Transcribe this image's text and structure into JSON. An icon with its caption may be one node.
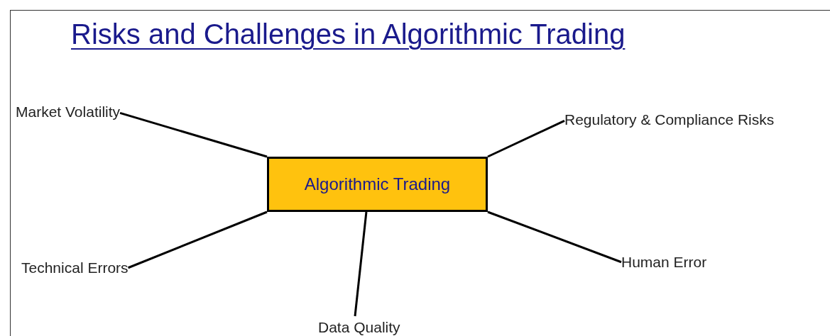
{
  "diagram": {
    "title": "Risks and Challenges in Algorithmic Trading",
    "nodes": [
      {
        "text": [
          "Algorithmic Trading"
        ]
      },
      {
        "text": [
          "Market Volatility"
        ]
      },
      {
        "text": [
          "Regulatory & Compliance Risks"
        ]
      },
      {
        "text": [
          "Technical Errors"
        ]
      },
      {
        "text": [
          "Human Error"
        ]
      },
      {
        "text": [
          "Data Quality"
        ]
      }
    ],
    "edges": [
      {
        "from": 0,
        "to": 1,
        "arrow": "none"
      },
      {
        "from": 0,
        "to": 2,
        "arrow": "none"
      },
      {
        "from": 0,
        "to": 3,
        "arrow": "none"
      },
      {
        "from": 0,
        "to": 4,
        "arrow": "none"
      },
      {
        "from": 0,
        "to": 5,
        "arrow": "none"
      }
    ]
  }
}
